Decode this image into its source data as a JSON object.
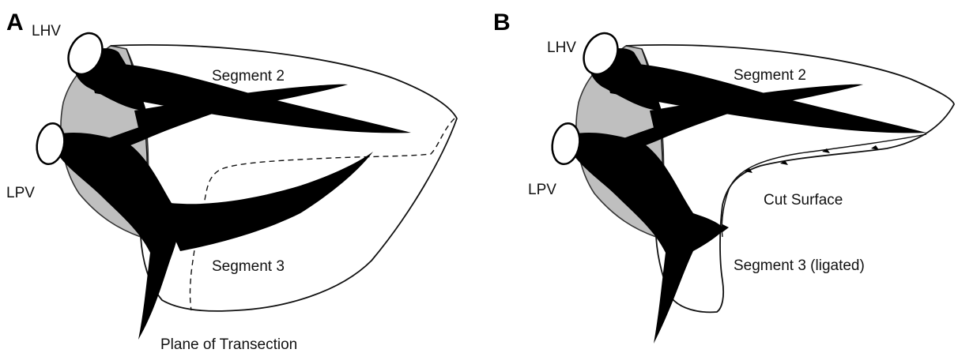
{
  "panel_a": {
    "letter": "A",
    "labels": {
      "lhv": "LHV",
      "lpv": "LPV",
      "segment2": "Segment 2",
      "segment3": "Segment 3",
      "plane": "Plane of Transection"
    }
  },
  "panel_b": {
    "letter": "B",
    "labels": {
      "lhv": "LHV",
      "lpv": "LPV",
      "segment2": "Segment 2",
      "cut_surface": "Cut Surface",
      "segment3": "Segment 3 (ligated)"
    }
  },
  "colors": {
    "vessel": "#000000",
    "caudate_region": "#bfbfbf",
    "outline": "#111111"
  }
}
